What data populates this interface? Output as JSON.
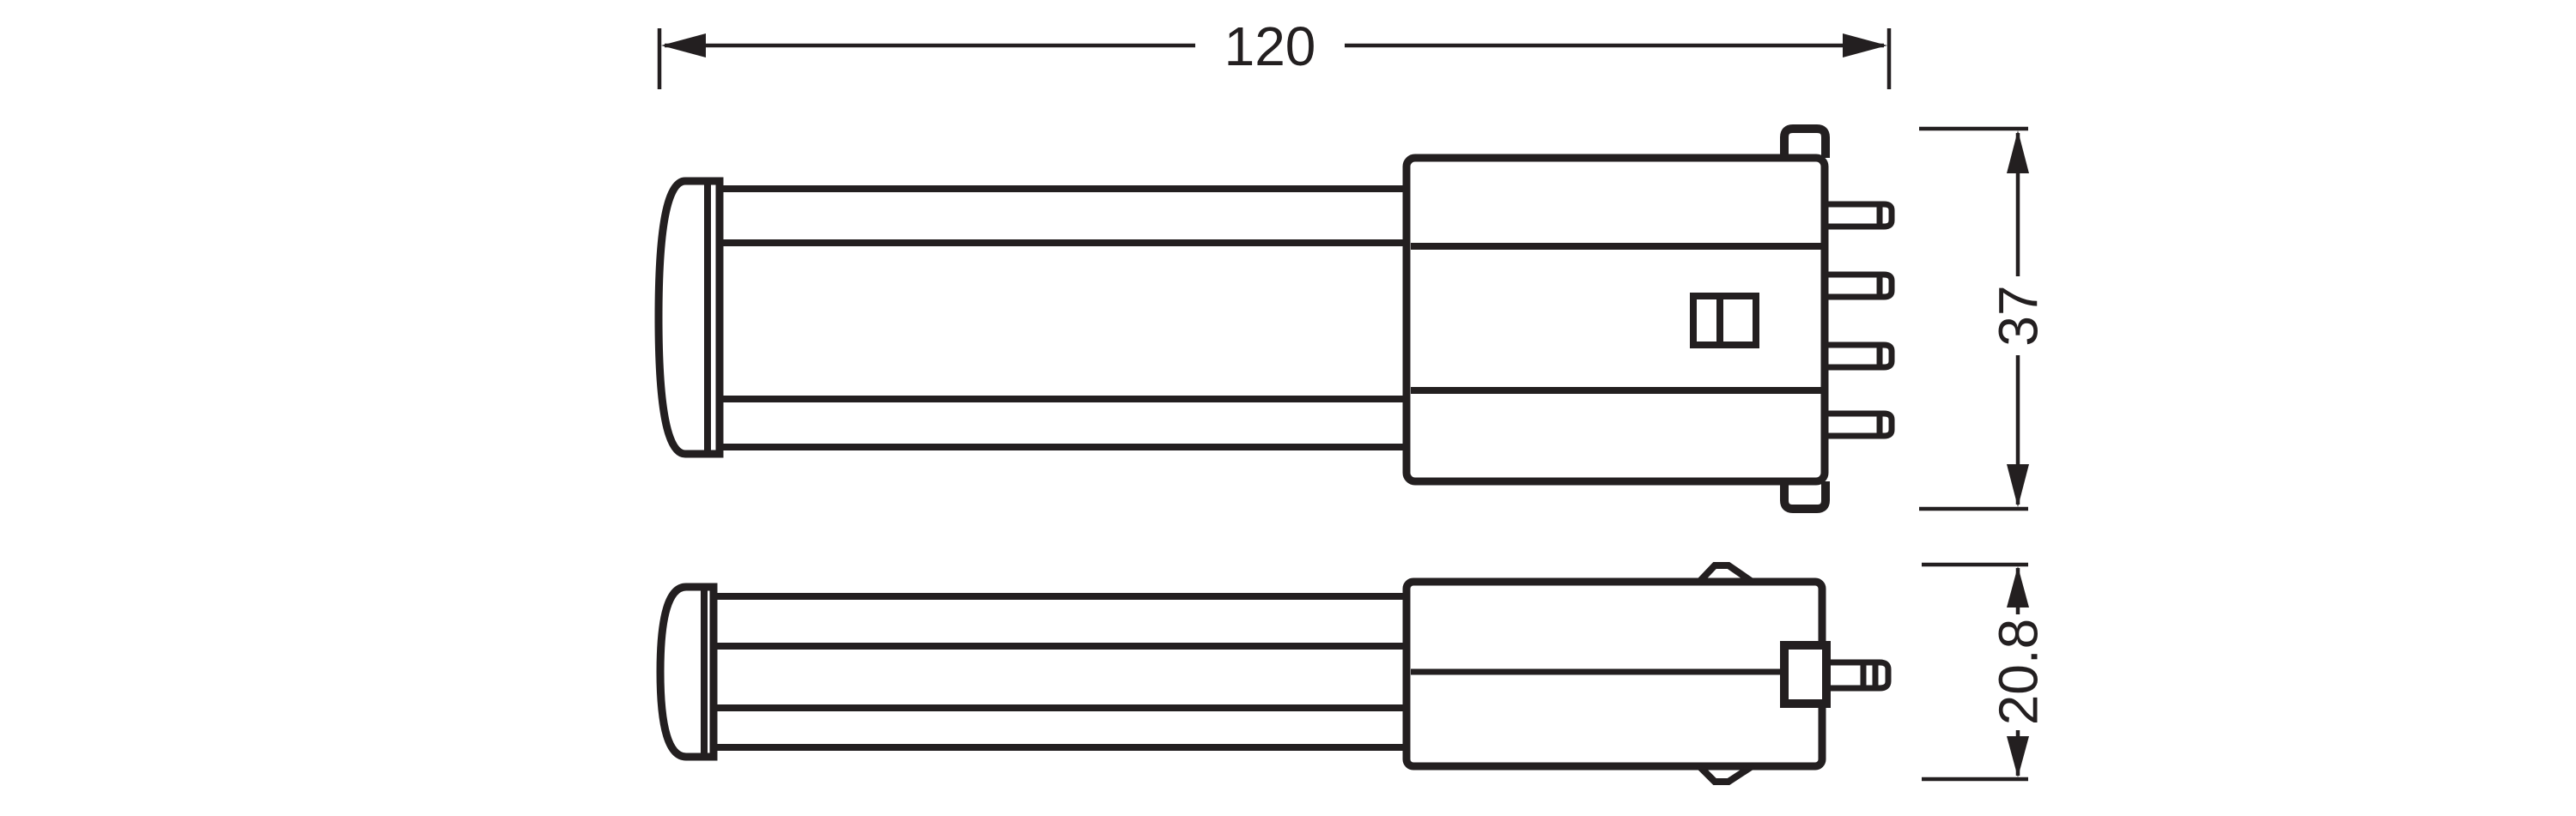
{
  "drawing": {
    "type": "technical-dimension-drawing",
    "subject": "twin-tube lamp with 4-pin base, side view and plan view",
    "colors": {
      "line": "#231f20",
      "background": "#ffffff"
    },
    "dimensions": {
      "length": "120",
      "height": "37",
      "width": "20.8"
    }
  }
}
